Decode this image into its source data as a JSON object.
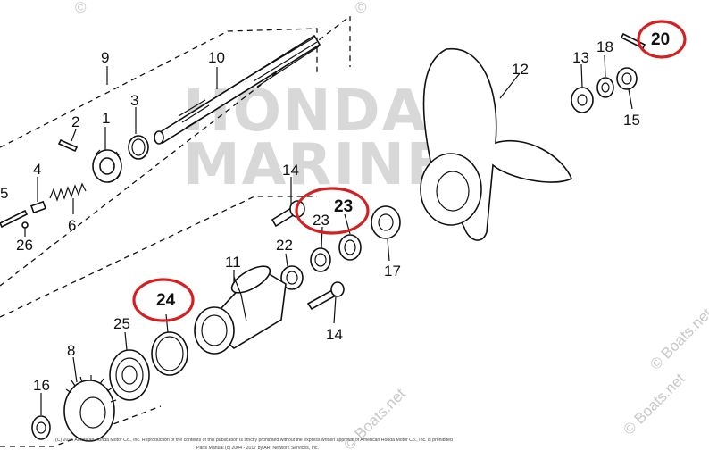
{
  "watermark": {
    "line1": "HONDA",
    "line2": "MARINE",
    "corner_marks": [
      "© Boats.net",
      "© Boats.net",
      "© Boats.net",
      "©",
      "©"
    ]
  },
  "parts": [
    {
      "label": "1"
    },
    {
      "label": "2"
    },
    {
      "label": "3"
    },
    {
      "label": "4"
    },
    {
      "label": "5"
    },
    {
      "label": "6"
    },
    {
      "label": "8"
    },
    {
      "label": "9"
    },
    {
      "label": "10"
    },
    {
      "label": "11"
    },
    {
      "label": "12"
    },
    {
      "label": "13"
    },
    {
      "label": "14"
    },
    {
      "label": "14"
    },
    {
      "label": "15"
    },
    {
      "label": "16"
    },
    {
      "label": "17"
    },
    {
      "label": "18"
    },
    {
      "label": "20"
    },
    {
      "label": "22"
    },
    {
      "label": "23"
    },
    {
      "label": "23"
    },
    {
      "label": "24"
    },
    {
      "label": "25"
    },
    {
      "label": "26"
    }
  ],
  "highlighted": [
    "20",
    "23",
    "24"
  ],
  "highlight_color": "#d32020",
  "copyright": {
    "line1": "(C) 2015 American Honda Motor Co., Inc. Reproduction of the contents of this publication is strictly prohibited without the express written approval of American Honda Motor Co., Inc. is prohibited",
    "line2": "Parts Manual (c) 2004 - 2017 by ARI Network Services, Inc."
  }
}
